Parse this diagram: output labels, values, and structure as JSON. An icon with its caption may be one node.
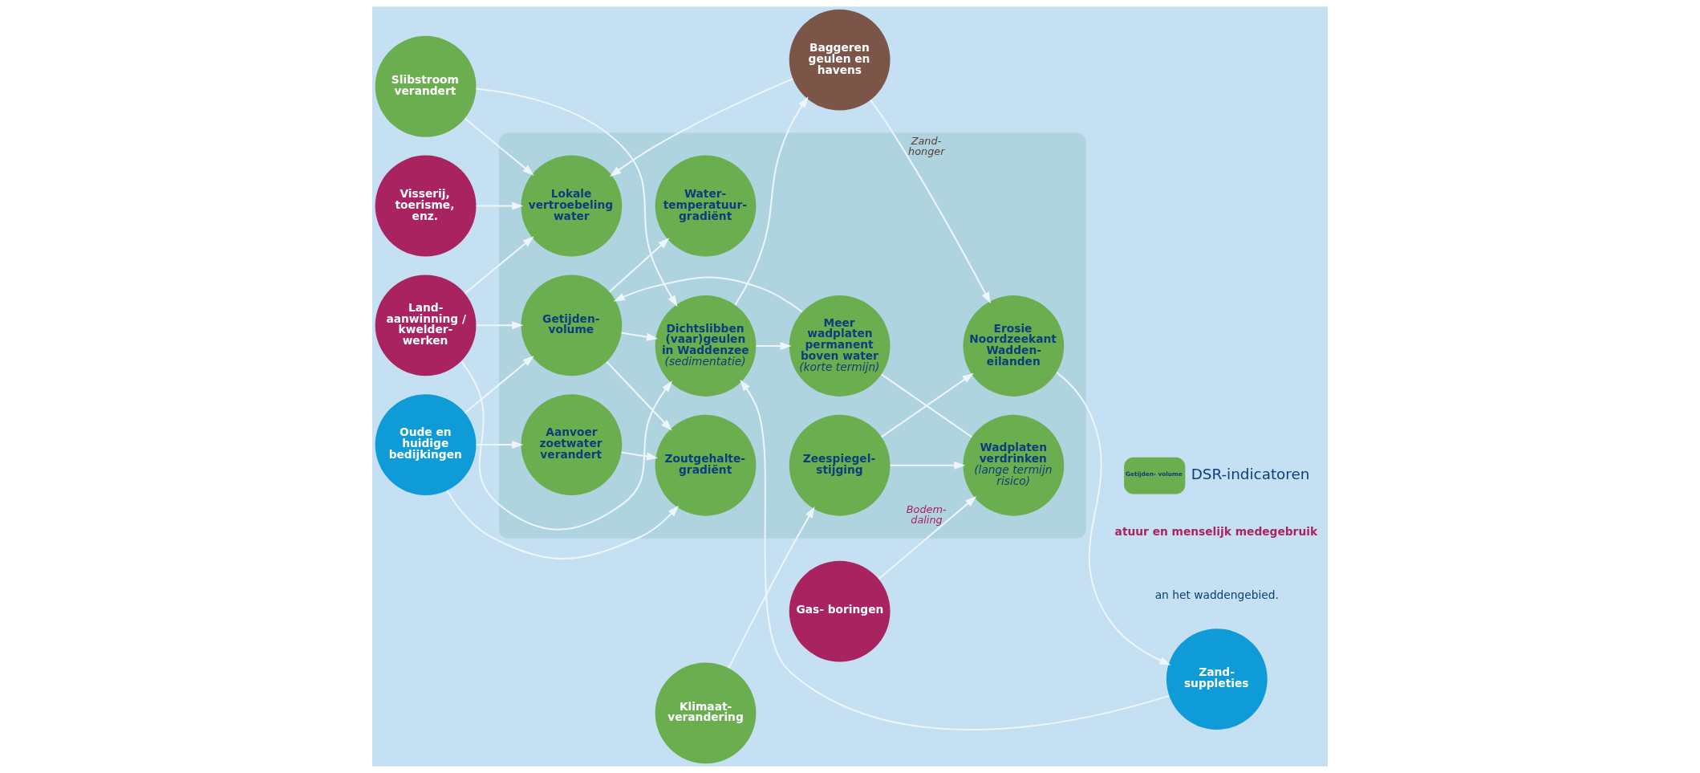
{
  "diagram": {
    "nodes": [
      {
        "text": [],
        "shape": "ellipse"
      },
      {
        "text": [
          "Water- temperatuur- gradiënt"
        ],
        "in": 0
      },
      {
        "text": [
          "Lokale vertroebeling water"
        ],
        "in": 0
      },
      {
        "text": [
          "Meer wadplaten permanent boven water",
          "(korte termijn)"
        ],
        "in": 0
      },
      {
        "text": [
          "Zoutgehalte- gradiënt"
        ],
        "in": 0
      },
      {
        "text": [
          "Wadplaten verdrinken",
          "(lange termijn risico)"
        ],
        "in": 0
      },
      {
        "text": [
          "Oude en huidige bedijkingen"
        ]
      },
      {
        "text": [
          "Gas- boringen"
        ]
      },
      {
        "text": [
          "Aanvoer zoetwater verandert"
        ],
        "in": 0
      },
      {
        "text": [
          "Zeespiegel- stijging"
        ],
        "in": 0
      },
      {
        "text": [
          "Land- aanwinning / kwelder- werken"
        ]
      },
      {
        "text": [
          "Getijden- volume"
        ],
        "in": 0
      },
      {
        "text": [
          "Dichtslibben (vaar)geulen in Waddenzee",
          "(sedimentatie)"
        ],
        "in": 0
      },
      {
        "text": [
          "Erosie Noordzeekant Wadden- eilanden"
        ],
        "in": 0
      },
      {
        "text": [
          "Klimaat- verandering"
        ]
      },
      {
        "text": [
          "Slibstroom verandert"
        ]
      },
      {
        "text": [
          "Visserij, toerisme, enz."
        ]
      },
      {
        "text": [
          "Zand- suppleties"
        ]
      },
      {
        "text": [
          "Baggeren geulen en havens"
        ]
      }
    ],
    "edges": [
      {
        "from": 6,
        "to": 4,
        "arrow": "to"
      },
      {
        "from": 6,
        "to": 8,
        "arrow": "to"
      },
      {
        "from": 6,
        "to": 11,
        "arrow": "to"
      },
      {
        "from": 8,
        "to": 4,
        "arrow": "to"
      },
      {
        "from": 11,
        "to": 4,
        "arrow": "to"
      },
      {
        "from": 11,
        "to": 1,
        "arrow": "to"
      },
      {
        "from": 10,
        "to": 2,
        "arrow": "to"
      },
      {
        "from": 15,
        "to": 2,
        "arrow": "to"
      },
      {
        "from": 3,
        "to": 11,
        "arrow": "to"
      },
      {
        "from": 12,
        "to": 3,
        "arrow": "to"
      },
      {
        "from": 18,
        "to": 2,
        "arrow": "to"
      },
      {
        "from": 16,
        "to": 2,
        "arrow": "to"
      },
      {
        "from": 3,
        "to": 5,
        "arrow": "none"
      },
      {
        "from": 7,
        "to": 5,
        "arrow": "to",
        "label": "Bodem- daling"
      },
      {
        "from": 9,
        "to": 5,
        "arrow": "to"
      },
      {
        "from": 9,
        "to": 13,
        "arrow": "to"
      },
      {
        "from": 14,
        "to": 9,
        "arrow": "to"
      },
      {
        "from": 10,
        "to": 11,
        "arrow": "to"
      },
      {
        "from": 10,
        "to": 12,
        "arrow": "to"
      },
      {
        "from": 11,
        "to": 12,
        "arrow": "to"
      },
      {
        "from": 15,
        "to": 12,
        "arrow": "to"
      },
      {
        "from": 17,
        "to": 12,
        "arrow": "to"
      },
      {
        "from": 12,
        "to": 18,
        "arrow": "to"
      },
      {
        "from": 13,
        "to": 17,
        "arrow": "to"
      },
      {
        "from": 18,
        "to": 13,
        "arrow": "to",
        "label": "Zand- honger"
      }
    ],
    "labels": [
      "atuur en menselijk medegebruik",
      "an het waddengebied.",
      "Getijden- volume"
    ],
    "legend": [
      {
        "text": "DSR-indicatoren",
        "color": "#6aae50"
      }
    ]
  }
}
